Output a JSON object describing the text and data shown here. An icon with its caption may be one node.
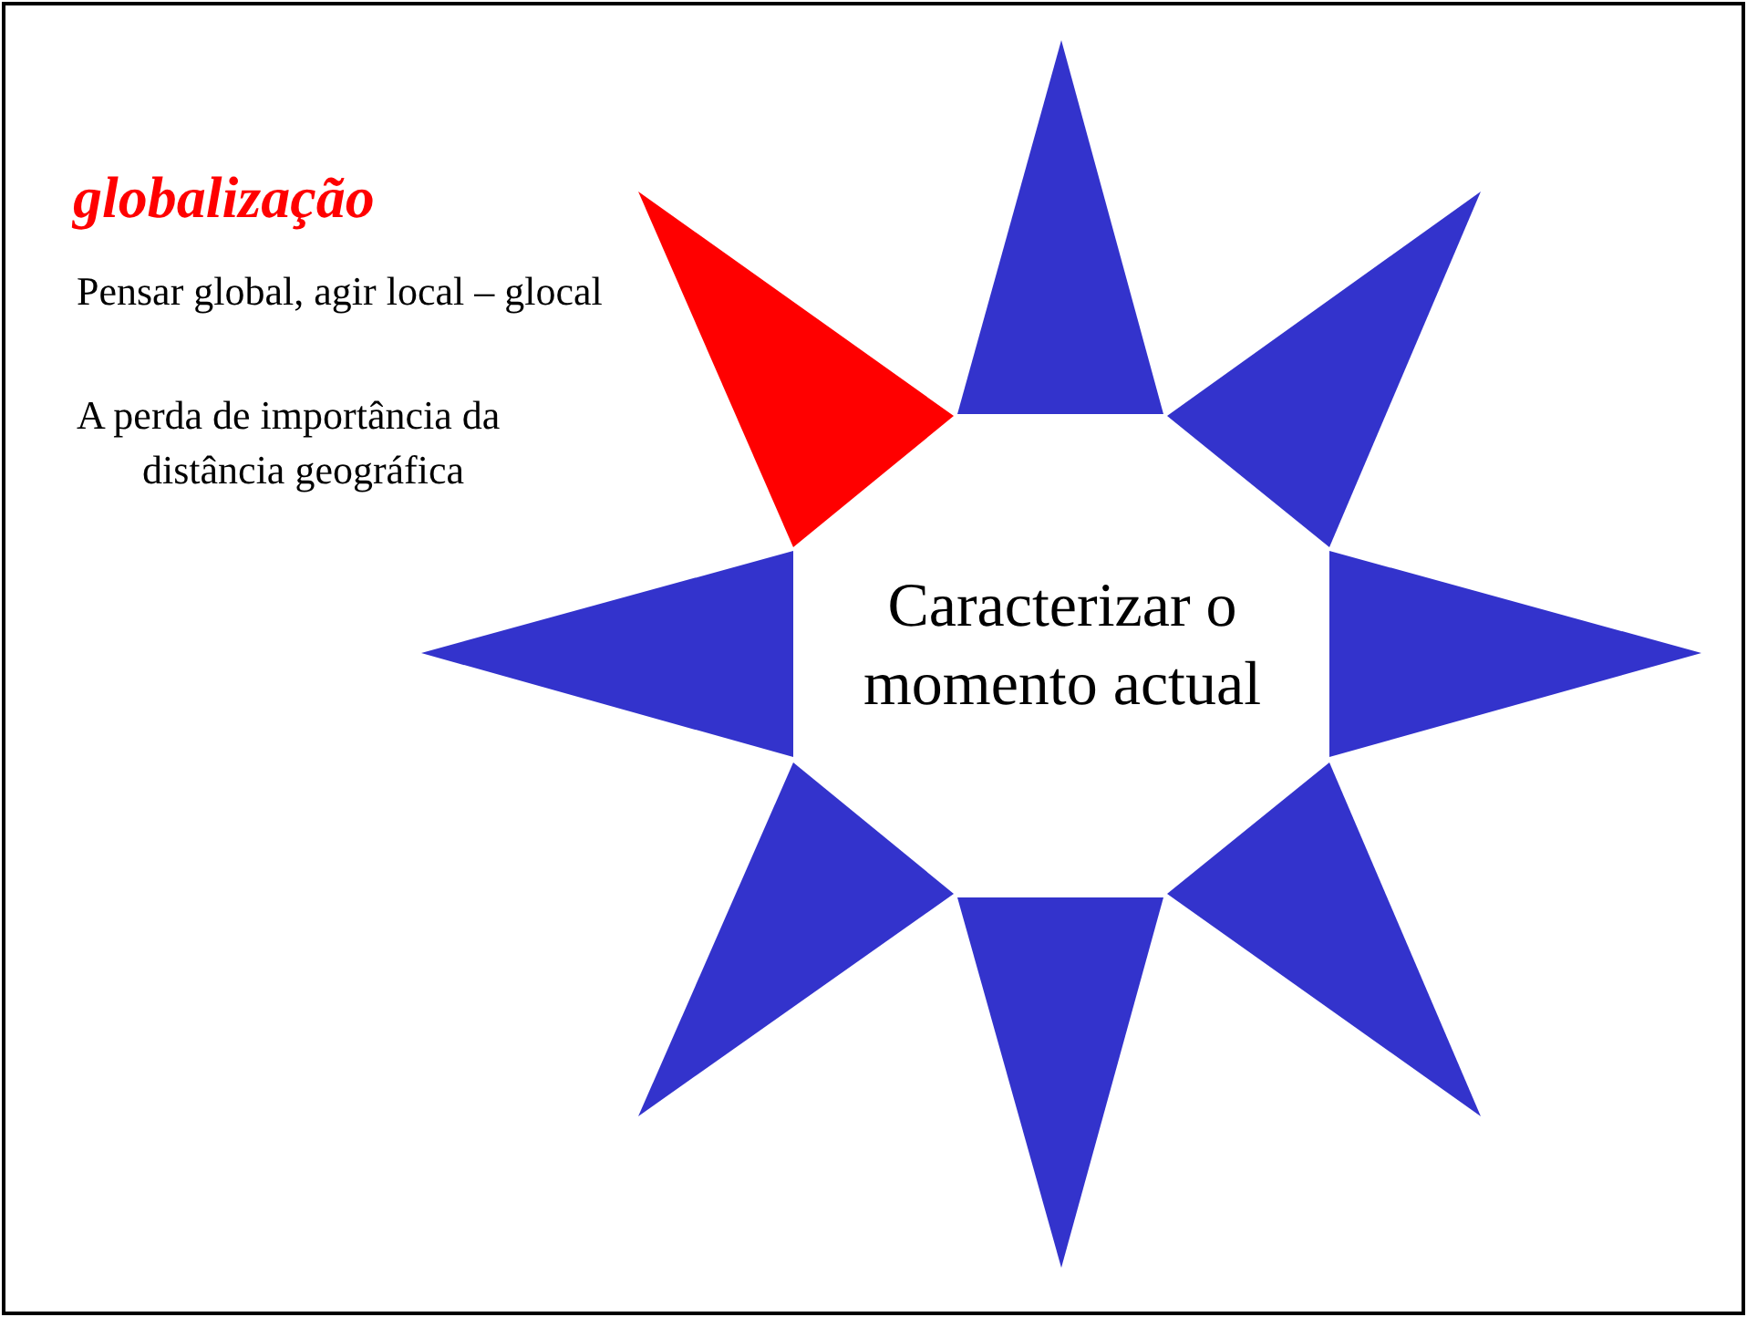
{
  "diagram": {
    "nodes": [
      {
        "text": [
          "Caracterizar o momento actual"
        ]
      }
    ],
    "labels": [
      "globalização",
      "Pensar global, agir local – glocal",
      "A perda de importância da distância geográfica"
    ]
  }
}
